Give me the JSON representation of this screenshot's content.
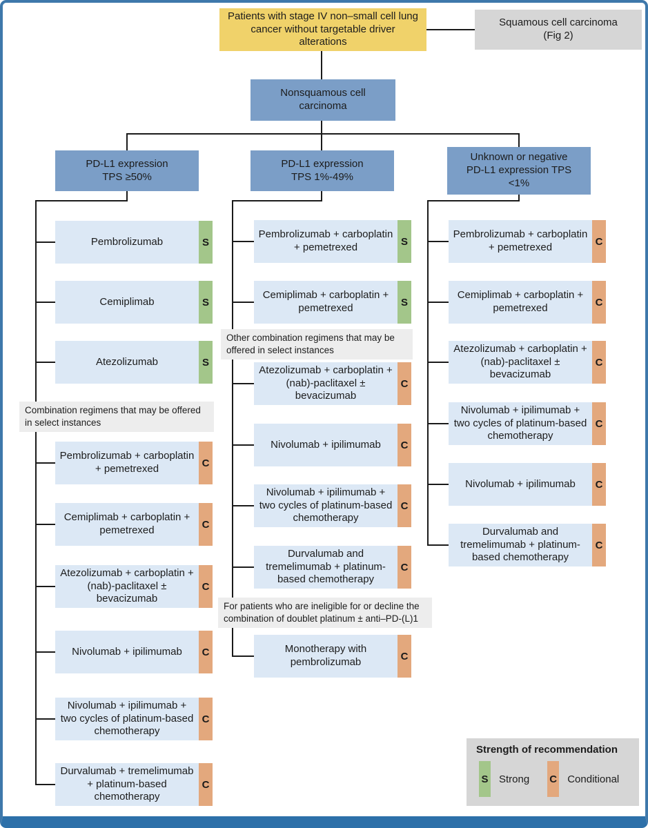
{
  "colors": {
    "frame_border": "#3e78ab",
    "frame_bottom_bar": "#2d70a9",
    "root_fill": "#f0d26a",
    "branch_fill": "#7b9ec7",
    "treatment_fill": "#dce8f5",
    "strong_fill": "#a3c68a",
    "conditional_fill": "#e3a87d",
    "note_fill": "#ededed",
    "gray_fill": "#d6d6d6"
  },
  "root": {
    "label": "Patients with stage IV non–small cell lung cancer without targetable driver alterations"
  },
  "squamous": {
    "label": "Squamous cell carcinoma (Fig 2)"
  },
  "nonsquamous": {
    "label": "Nonsquamous cell carcinoma"
  },
  "columns": [
    {
      "header": "PD-L1 expression TPS ≥50%",
      "note": "Combination regimens that may be offered in select instances",
      "boxes": [
        {
          "label": "Pembrolizumab",
          "strength": "S"
        },
        {
          "label": "Cemiplimab",
          "strength": "S"
        },
        {
          "label": "Atezolizumab",
          "strength": "S"
        },
        {
          "label": "Pembrolizumab + carboplatin + pemetrexed",
          "strength": "C"
        },
        {
          "label": "Cemiplimab + carboplatin + pemetrexed",
          "strength": "C"
        },
        {
          "label": "Atezolizumab + carboplatin + (nab)-paclitaxel ± bevacizumab",
          "strength": "C"
        },
        {
          "label": "Nivolumab + ipilimumab",
          "strength": "C"
        },
        {
          "label": "Nivolumab + ipilimumab + two cycles of platinum-based chemotherapy",
          "strength": "C"
        },
        {
          "label": "Durvalumab + tremelimumab + platinum-based chemotherapy",
          "strength": "C"
        }
      ]
    },
    {
      "header": "PD-L1 expression TPS 1%-49%",
      "note1": "Other combination regimens that may be offered in select instances",
      "note2": "For patients who are ineligible for or decline the combination of doublet platinum ± anti–PD-(L)1",
      "boxes": [
        {
          "label": "Pembrolizumab + carboplatin + pemetrexed",
          "strength": "S"
        },
        {
          "label": "Cemiplimab + carboplatin + pemetrexed",
          "strength": "S"
        },
        {
          "label": "Atezolizumab + carboplatin + (nab)-paclitaxel ± bevacizumab",
          "strength": "C"
        },
        {
          "label": "Nivolumab + ipilimumab",
          "strength": "C"
        },
        {
          "label": "Nivolumab + ipilimumab + two cycles of platinum-based chemotherapy",
          "strength": "C"
        },
        {
          "label": "Durvalumab and tremelimumab + platinum-based chemotherapy",
          "strength": "C"
        },
        {
          "label": "Monotherapy with pembrolizumab",
          "strength": "C"
        }
      ]
    },
    {
      "header": "Unknown or negative PD-L1 expression TPS <1%",
      "boxes": [
        {
          "label": "Pembrolizumab + carboplatin + pemetrexed",
          "strength": "C"
        },
        {
          "label": "Cemiplimab + carboplatin + pemetrexed",
          "strength": "C"
        },
        {
          "label": "Atezolizumab + carboplatin + (nab)-paclitaxel ± bevacizumab",
          "strength": "C"
        },
        {
          "label": "Nivolumab + ipilimumab + two cycles of platinum-based chemotherapy",
          "strength": "C"
        },
        {
          "label": "Nivolumab + ipilimumab",
          "strength": "C"
        },
        {
          "label": "Durvalumab and tremelimumab + platinum-based chemotherapy",
          "strength": "C"
        }
      ]
    }
  ],
  "legend": {
    "title": "Strength of recommendation",
    "entries": [
      {
        "letter": "S",
        "label": "Strong"
      },
      {
        "letter": "C",
        "label": "Conditional"
      }
    ]
  }
}
